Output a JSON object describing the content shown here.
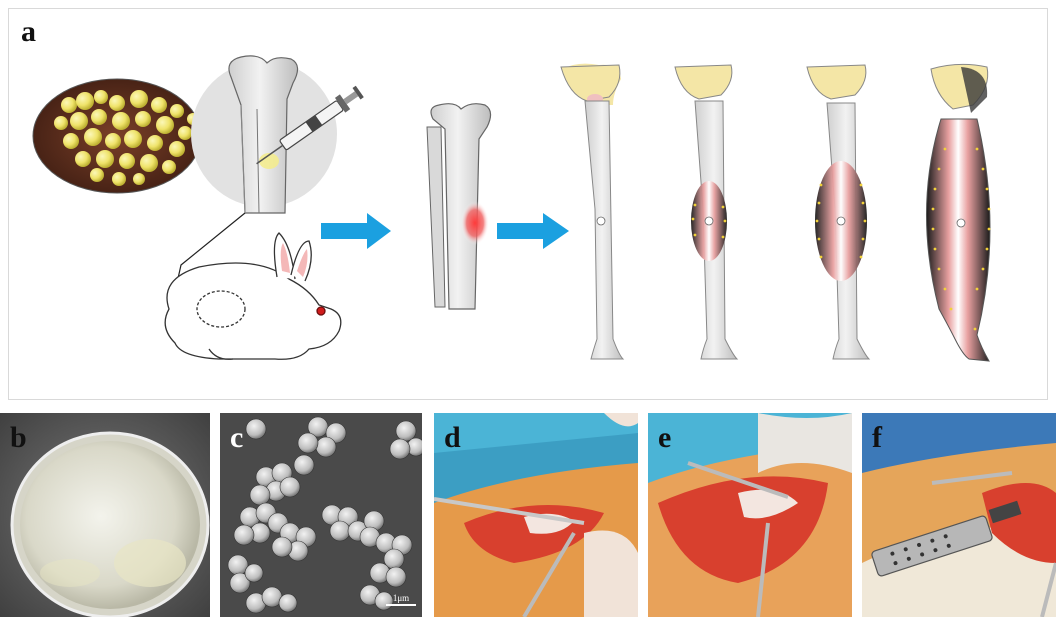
{
  "panels": {
    "a": {
      "label": "a"
    },
    "b": {
      "label": "b"
    },
    "c": {
      "label": "c",
      "scale_bar": "1μm"
    },
    "d": {
      "label": "d"
    },
    "e": {
      "label": "e"
    },
    "f": {
      "label": "f"
    }
  },
  "colors": {
    "arrow": "#1ba0e0",
    "bone": "#e6e6e6",
    "epiphysis": "#f5e6a6",
    "bacteria": "#f1e96b",
    "infection": "#e8322f",
    "tissue": "#d8402e",
    "drape": "#4bb4d6"
  },
  "icons": [
    "bacteria-cluster",
    "syringe-icon",
    "rabbit-icon",
    "arrow-icon"
  ]
}
